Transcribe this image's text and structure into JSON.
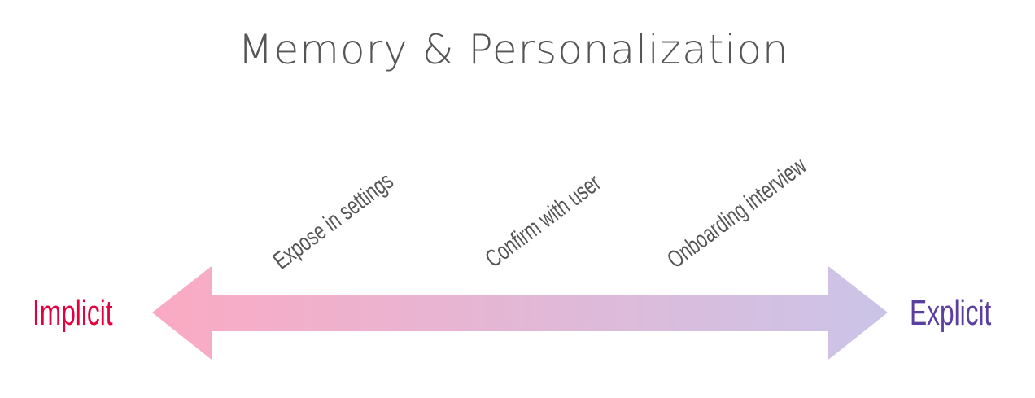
{
  "title": "Memory & Personalization",
  "left_label": "Implicit",
  "right_label": "Explicit",
  "points": [
    "Expose in settings",
    "Confirm with user",
    "Onboarding interview"
  ],
  "colors": {
    "left": "#f9a9c2",
    "right": "#cbc2e6",
    "implicit_text": "#e4003f",
    "explicit_text": "#5a3ea0"
  }
}
